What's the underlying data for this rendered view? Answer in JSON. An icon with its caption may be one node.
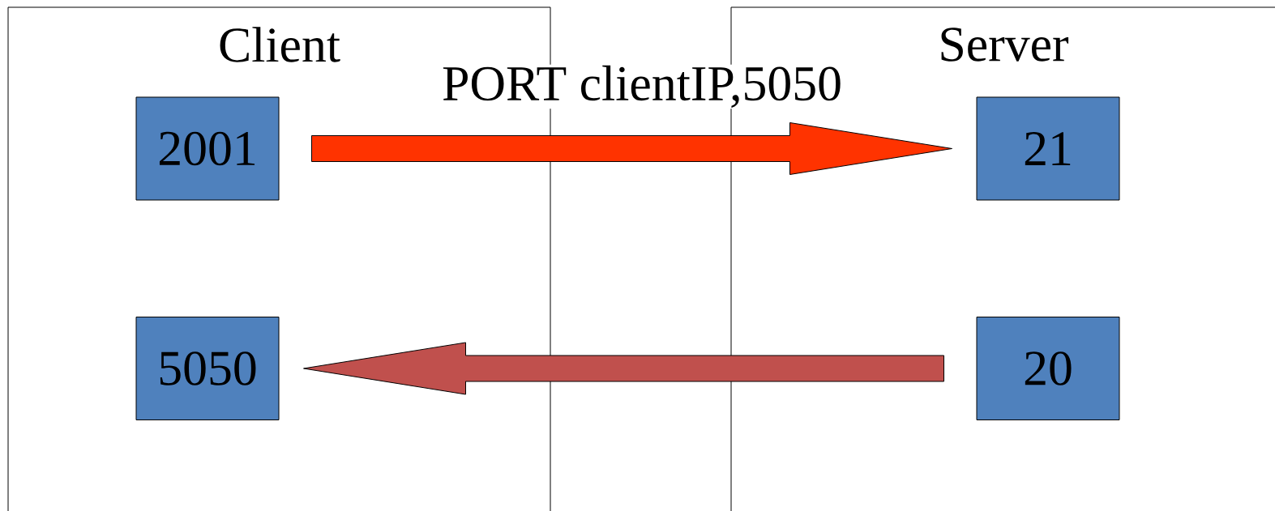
{
  "diagram": {
    "nodes": [
      {
        "text": [
          "Client"
        ]
      },
      {
        "text": [
          "Server"
        ]
      },
      {
        "text": [
          "2001"
        ],
        "in": 0
      },
      {
        "text": [
          "21"
        ],
        "in": 1
      },
      {
        "text": [
          "5050"
        ],
        "in": 0
      },
      {
        "text": [
          "20"
        ],
        "in": 1
      }
    ],
    "edges": [
      {
        "from": 2,
        "to": 3,
        "arrow": "to",
        "label": "PORT clientIP,5050",
        "color": "#ff3300"
      },
      {
        "from": 5,
        "to": 4,
        "arrow": "to",
        "color": "#c0504d"
      }
    ]
  }
}
